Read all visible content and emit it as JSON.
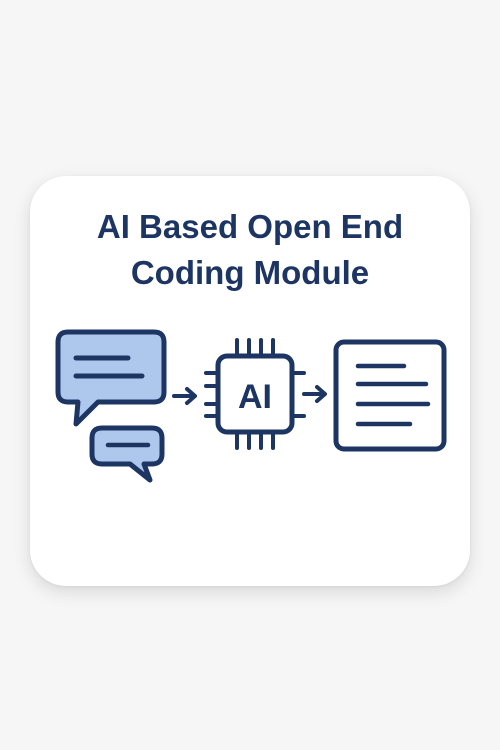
{
  "card": {
    "title_line1": "AI Based Open End",
    "title_line2": "Coding Module"
  },
  "diagram": {
    "chip_label": "AI",
    "icons": [
      "chat-bubbles-icon",
      "arrow-right-icon",
      "ai-chip-icon",
      "arrow-right-icon",
      "document-lines-icon"
    ]
  },
  "colors": {
    "background": "#f6f6f6",
    "card": "#ffffff",
    "navy": "#1d3563",
    "bubble_fill": "#aec7ec"
  }
}
